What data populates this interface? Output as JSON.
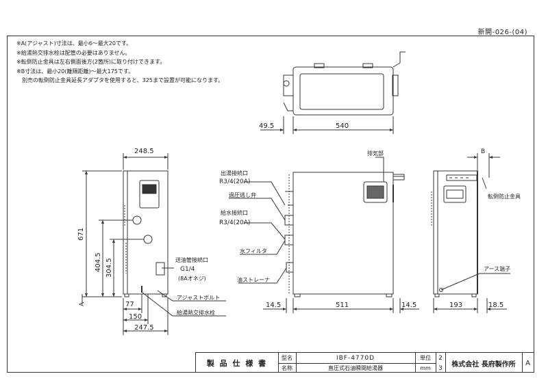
{
  "doc_number": "新開-026-(04)",
  "notes": [
    "※A(アジャスト)寸法は、最小6～最大20です。",
    "※給湯熱交排水栓は配管の必要はありません。",
    "※転倒防止金具は左右側面後方(2箇所)に取り付けできます。",
    "※B寸法は、最小20(離隔距離)～最大175です。",
    "　別売の転倒防止金具延長アダプタを使用すると、325まで設置が可能になります。"
  ],
  "top_view": {
    "dim_left": "49.5",
    "dim_width": "540"
  },
  "front_view": {
    "dim_width_top": "248.5",
    "dim_height": "671",
    "dim_404": "404.5",
    "dim_304": "304.5",
    "dim_77": "77",
    "dim_150": "150",
    "dim_247": "247.5",
    "label_a": "A",
    "callout_return_1": "送油管接続口",
    "callout_return_2": "G1/4",
    "callout_return_3": "(8Aオネジ)",
    "callout_adjust": "アジャストボルト",
    "callout_drain": "給湯熱交排水栓"
  },
  "side_view": {
    "callout_exhaust": "排気部",
    "callout_outlet_1": "出湯接続口",
    "callout_outlet_2": "R3/4(20A)",
    "callout_relief": "過圧逃し弁",
    "callout_inlet_1": "給水接続口",
    "callout_inlet_2": "R3/4(20A)",
    "callout_water_filter": "水フィルタ",
    "callout_oil_strainer": "油ストレーナ",
    "dim_left": "14.5",
    "dim_width": "511",
    "dim_right": "14.5"
  },
  "rear_view": {
    "label_b": "B",
    "callout_antitip": "転倒防止金具",
    "callout_earth": "アース端子",
    "dim_193": "193",
    "dim_18": "18.5"
  },
  "title_block": {
    "title": "製 品 仕 様 書",
    "label_model": "型名",
    "model": "IBF-4770D",
    "label_name": "名称",
    "name": "直圧式石油瞬間給湯器",
    "label_unit": "単位",
    "unit": "mm",
    "scale_num": "2",
    "scale_den": "3",
    "company": "株式会社 長府製作所",
    "rev": "A"
  }
}
